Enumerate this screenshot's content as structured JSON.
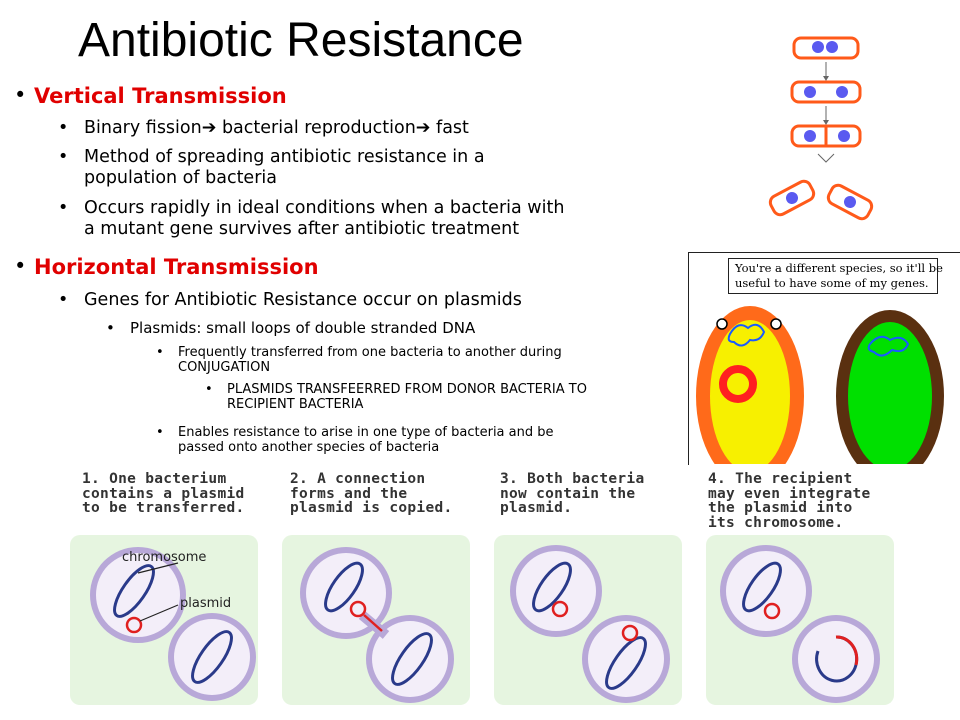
{
  "title": "Antibiotic Resistance",
  "bullets": {
    "vertical": {
      "heading": "Vertical Transmission",
      "items": [
        {
          "parts": [
            "Binary fission",
            "➔",
            " bacterial reproduction",
            "➔",
            " fast"
          ]
        },
        {
          "lines": [
            "Method of spreading antibiotic resistance in a",
            "population of bacteria"
          ]
        },
        {
          "lines": [
            "Occurs rapidly in ideal conditions when a bacteria with",
            "a mutant gene survives after antibiotic treatment"
          ]
        }
      ]
    },
    "horizontal": {
      "heading": "Horizontal Transmission",
      "item": "Genes for Antibiotic Resistance occur on plasmids",
      "sub": "Plasmids: small loops of double stranded DNA",
      "sub2a": [
        "Frequently transferred from one bacteria to another during",
        "CONJUGATION"
      ],
      "sub3": [
        "PLASMIDS TRANSFEERRED FROM DONOR BACTERIA TO",
        "RECIPIENT BACTERIA"
      ],
      "sub2b": [
        "Enables resistance to arise in one type of bacteria and be",
        "passed onto another species of bacteria"
      ]
    }
  },
  "bullet_glyph": "•",
  "speech_bubble": [
    "You're a different species, so it'll be",
    "useful to have some of my genes."
  ],
  "steps": [
    {
      "lines": [
        "1. One bacterium",
        "contains a plasmid",
        "to be transferred."
      ]
    },
    {
      "lines": [
        "2. A connection",
        "forms and the",
        "plasmid is copied."
      ]
    },
    {
      "lines": [
        "3. Both bacteria",
        "now contain the",
        "plasmid."
      ]
    },
    {
      "lines": [
        "4. The recipient",
        "may even integrate",
        "the plasmid into",
        "its chromosome."
      ]
    }
  ],
  "diagram_labels": {
    "chromosome": "chromosome",
    "plasmid": "plasmid"
  },
  "colors": {
    "heading_red": "#e00000",
    "cell_outline": "#ff5a1a",
    "donor_fill": "#f7f000",
    "donor_wall": "#ff6a1a",
    "recipient_fill": "#00e000",
    "recipient_wall": "#5a3010",
    "panel_bg": "#e6f5e0",
    "cell_purple": "#b8a8d8"
  }
}
